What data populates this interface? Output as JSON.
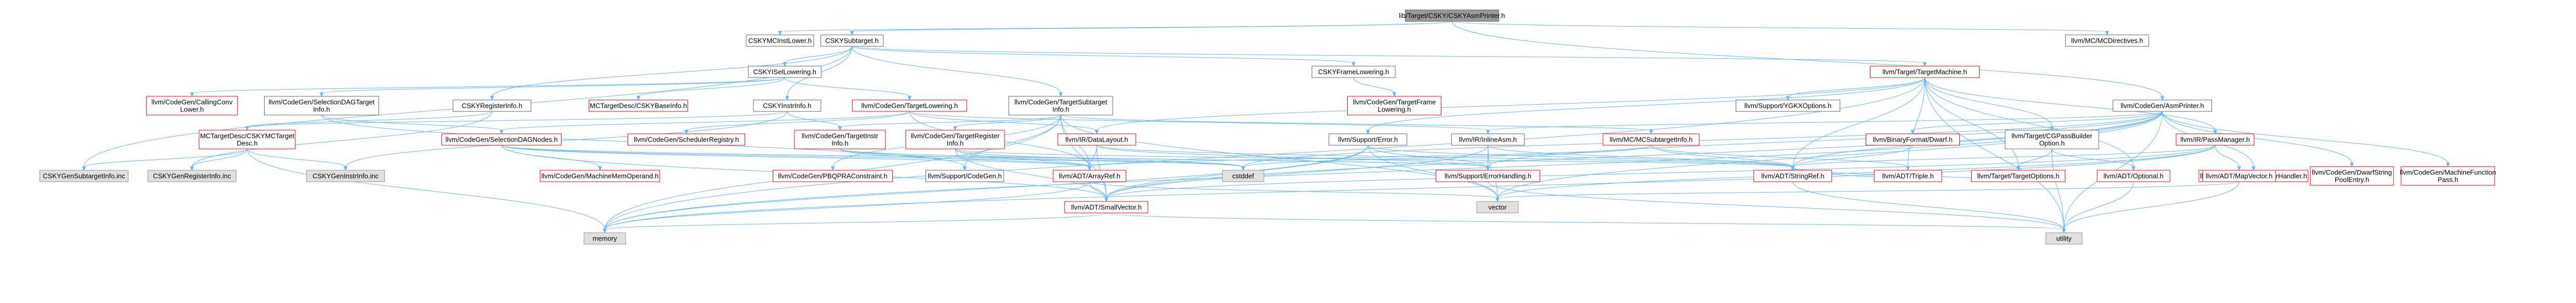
{
  "graph": {
    "root": "lib/Target/CSKY/CSKYAsmPrinter.h",
    "colors": {
      "root_fill": "#999999",
      "root_border": "#666666",
      "normal_fill": "#ffffff",
      "normal_border": "#666666",
      "missing_fill": "#ffffff",
      "missing_border": "#ff0000",
      "external_fill": "#e0e0e0",
      "external_border": "#999999",
      "edge": "#63b8ff"
    },
    "nodes": [
      {
        "id": "root",
        "lines": [
          "lib/Target/CSKY/CSKYAsmPrinter.h"
        ],
        "kind": "root"
      },
      {
        "id": "mcinstlower",
        "lines": [
          "CSKYMCInstLower.h"
        ],
        "kind": "normal"
      },
      {
        "id": "subtarget",
        "lines": [
          "CSKYSubtarget.h"
        ],
        "kind": "normal"
      },
      {
        "id": "mcdirectives",
        "lines": [
          "llvm/MC/MCDirectives.h"
        ],
        "kind": "normal"
      },
      {
        "id": "frameinfo",
        "lines": [
          "CSKYFrameLowering.h"
        ],
        "kind": "normal"
      },
      {
        "id": "isellowering",
        "lines": [
          "CSKYISelLowering.h"
        ],
        "kind": "normal"
      },
      {
        "id": "targetmachine",
        "lines": [
          "llvm/Target/TargetMachine.h"
        ],
        "kind": "missing"
      },
      {
        "id": "callingconv",
        "lines": [
          "llvm/CodeGen/CallingConv",
          "Lower.h"
        ],
        "kind": "missing"
      },
      {
        "id": "selectiondagtarget",
        "lines": [
          "llvm/CodeGen/SelectionDAGTarget",
          "Info.h"
        ],
        "kind": "normal"
      },
      {
        "id": "registerinfo",
        "lines": [
          "CSKYRegisterInfo.h"
        ],
        "kind": "normal"
      },
      {
        "id": "baseinfo",
        "lines": [
          "MCTargetDesc/CSKYBaseInfo.h"
        ],
        "kind": "missing"
      },
      {
        "id": "instrinfo",
        "lines": [
          "CSKYInstrInfo.h"
        ],
        "kind": "normal"
      },
      {
        "id": "targetlowering",
        "lines": [
          "llvm/CodeGen/TargetLowering.h"
        ],
        "kind": "missing"
      },
      {
        "id": "targetsubtarget",
        "lines": [
          "llvm/CodeGen/TargetSubtarget",
          "Info.h"
        ],
        "kind": "normal"
      },
      {
        "id": "targetframe",
        "lines": [
          "llvm/CodeGen/TargetFrame",
          "Lowering.h"
        ],
        "kind": "missing"
      },
      {
        "id": "ygkxoptions",
        "lines": [
          "llvm/Support/YGKXOptions.h"
        ],
        "kind": "normal"
      },
      {
        "id": "asmprinter",
        "lines": [
          "llvm/CodeGen/AsmPrinter.h"
        ],
        "kind": "normal"
      },
      {
        "id": "mctargetdesc",
        "lines": [
          "MCTargetDesc/CSKYMCTarget",
          "Desc.h"
        ],
        "kind": "missing"
      },
      {
        "id": "selectiondagnodes",
        "lines": [
          "llvm/CodeGen/SelectionDAGNodes.h"
        ],
        "kind": "missing"
      },
      {
        "id": "schedulerregistry",
        "lines": [
          "llvm/CodeGen/SchedulerRegistry.h"
        ],
        "kind": "missing"
      },
      {
        "id": "targetinstr",
        "lines": [
          "llvm/CodeGen/TargetInstr",
          "Info.h"
        ],
        "kind": "missing"
      },
      {
        "id": "targetregister",
        "lines": [
          "llvm/CodeGen/TargetRegister",
          "Info.h"
        ],
        "kind": "missing"
      },
      {
        "id": "datalayout",
        "lines": [
          "llvm/IR/DataLayout.h"
        ],
        "kind": "missing"
      },
      {
        "id": "supporterror",
        "lines": [
          "llvm/Support/Error.h"
        ],
        "kind": "normal"
      },
      {
        "id": "inlineasm",
        "lines": [
          "llvm/IR/InlineAsm.h"
        ],
        "kind": "normal"
      },
      {
        "id": "mcsubtarget",
        "lines": [
          "llvm/MC/MCSubtargetInfo.h"
        ],
        "kind": "missing"
      },
      {
        "id": "binaryformat",
        "lines": [
          "llvm/BinaryFormat/Dwarf.h"
        ],
        "kind": "missing"
      },
      {
        "id": "cgpassbuilder",
        "lines": [
          "llvm/Target/CGPassBuilder",
          "Option.h"
        ],
        "kind": "normal"
      },
      {
        "id": "irpassmanager",
        "lines": [
          "llvm/IR/PassManager.h"
        ],
        "kind": "missing"
      },
      {
        "id": "asmprinterhandler",
        "lines": [
          "llvm/CodeGen/AsmPrinterHandler.h"
        ],
        "kind": "missing"
      },
      {
        "id": "dwarfstring",
        "lines": [
          "llvm/CodeGen/DwarfString",
          "PoolEntry.h"
        ],
        "kind": "missing"
      },
      {
        "id": "machinefunction",
        "lines": [
          "llvm/CodeGen/MachineFunction",
          "Pass.h"
        ],
        "kind": "missing"
      },
      {
        "id": "cskysubtargetinfoinc",
        "lines": [
          "CSKYGenSubtargetInfo.inc"
        ],
        "kind": "external"
      },
      {
        "id": "cskyregisterinfoinc",
        "lines": [
          "CSKYGenRegisterInfo.inc"
        ],
        "kind": "external"
      },
      {
        "id": "cskyinstrinfoinc",
        "lines": [
          "CSKYGenInstrInfo.inc"
        ],
        "kind": "external"
      },
      {
        "id": "machinememoperand",
        "lines": [
          "llvm/CodeGen/MachineMemOperand.h"
        ],
        "kind": "missing"
      },
      {
        "id": "pbqprаconstraint",
        "lines": [
          "llvm/CodeGen/PBQPRAConstraint.h"
        ],
        "kind": "missing"
      },
      {
        "id": "supportcodegen",
        "lines": [
          "llvm/Support/CodeGen.h"
        ],
        "kind": "normal"
      },
      {
        "id": "arrayref",
        "lines": [
          "llvm/ADT/ArrayRef.h"
        ],
        "kind": "missing"
      },
      {
        "id": "cstddef",
        "lines": [
          "cstddef"
        ],
        "kind": "external"
      },
      {
        "id": "errorhandling",
        "lines": [
          "llvm/Support/ErrorHandling.h"
        ],
        "kind": "missing"
      },
      {
        "id": "stringref",
        "lines": [
          "llvm/ADT/StringRef.h"
        ],
        "kind": "missing"
      },
      {
        "id": "triple",
        "lines": [
          "llvm/ADT/Triple.h"
        ],
        "kind": "missing"
      },
      {
        "id": "targetoptions",
        "lines": [
          "llvm/Target/TargetOptions.h"
        ],
        "kind": "missing"
      },
      {
        "id": "optional",
        "lines": [
          "llvm/ADT/Optional.h"
        ],
        "kind": "missing"
      },
      {
        "id": "mapvector",
        "lines": [
          "llvm/ADT/MapVector.h"
        ],
        "kind": "missing"
      },
      {
        "id": "smallvector",
        "lines": [
          "llvm/ADT/SmallVector.h"
        ],
        "kind": "missing"
      },
      {
        "id": "vector",
        "lines": [
          "vector"
        ],
        "kind": "external"
      },
      {
        "id": "memory",
        "lines": [
          "memory"
        ],
        "kind": "external"
      },
      {
        "id": "utility",
        "lines": [
          "utility"
        ],
        "kind": "external"
      }
    ]
  }
}
